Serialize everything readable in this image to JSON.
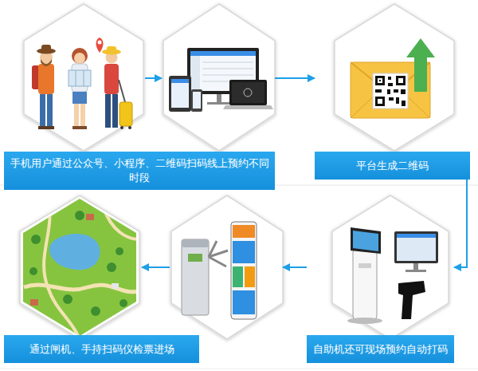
{
  "diagram": {
    "nodes": [
      {
        "text": [
          "手机用户通过公众号、小程序、二维码扫码线上预约不同时段"
        ]
      },
      {
        "text": [
          "平台生成二维码"
        ]
      },
      {
        "text": [
          "自助机还可现场预约自动打码"
        ]
      },
      {
        "text": [
          "通过闸机、手持扫码仪检票进场"
        ]
      }
    ],
    "edges": [
      {
        "from": 0,
        "to": 1,
        "arrow": "to"
      },
      {
        "from": 1,
        "to": 2,
        "arrow": "to"
      },
      {
        "from": 2,
        "to": 3,
        "arrow": "to"
      }
    ]
  }
}
